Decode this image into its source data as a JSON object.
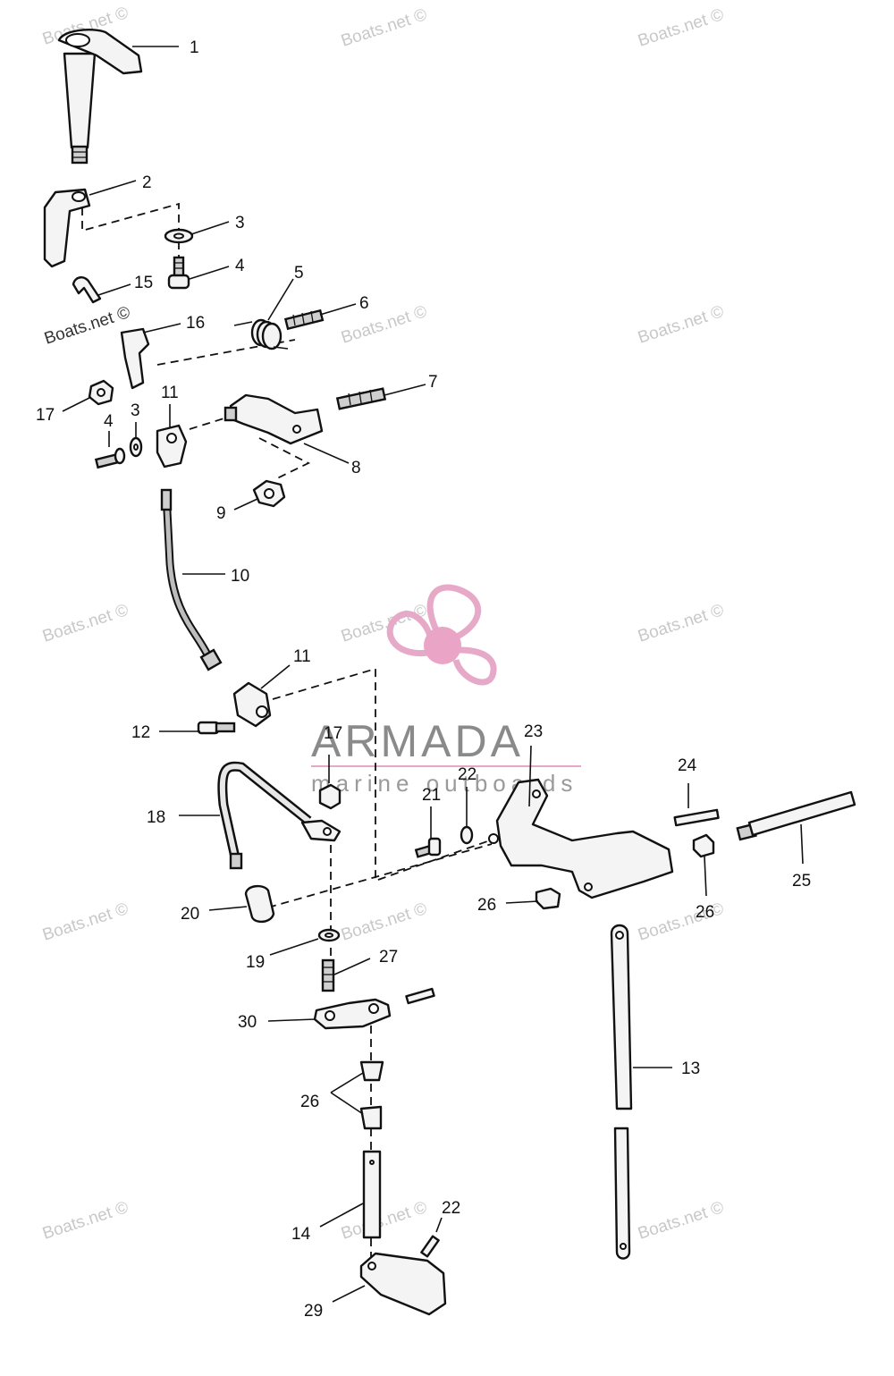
{
  "watermark": {
    "text": "Boats.net ©"
  },
  "brand": {
    "name": "ARMADA",
    "tagline": "marine outboards",
    "logo_colors": {
      "blade": "#e6a9c8",
      "hub": "#e9a4c6",
      "rule": "#e7a7c8"
    }
  },
  "callouts": {
    "c1": "1",
    "c2": "2",
    "c3a": "3",
    "c4a": "4",
    "c5": "5",
    "c6": "6",
    "c7": "7",
    "c8": "8",
    "c9": "9",
    "c10": "10",
    "c11a": "11",
    "c11b": "11",
    "c12": "12",
    "c13": "13",
    "c14": "14",
    "c15": "15",
    "c16": "16",
    "c17a": "17",
    "c17b": "17",
    "c18": "18",
    "c19": "19",
    "c20": "20",
    "c21": "21",
    "c22a": "22",
    "c22b": "22",
    "c23": "23",
    "c24": "24",
    "c25": "25",
    "c26a": "26",
    "c26b": "26",
    "c26c": "26",
    "c27": "27",
    "c29": "29",
    "c30": "30",
    "c3b": "3",
    "c4b": "4"
  }
}
